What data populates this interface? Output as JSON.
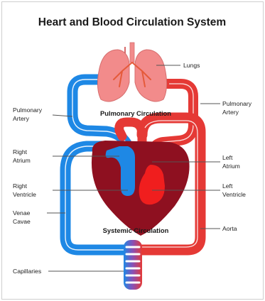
{
  "title": "Heart and Blood Circulation System",
  "labels": {
    "lungs": "Lungs",
    "pulmonary_artery_left": [
      "Pulmonary",
      "Artery"
    ],
    "pulmonary_artery_right": [
      "Pulmonary",
      "Artery"
    ],
    "pulmonary_circulation": "Pulmonary Circulation",
    "right_atrium": [
      "Right",
      "Atrium"
    ],
    "left_atrium": [
      "Left",
      "Atrium"
    ],
    "right_ventricle": [
      "Right",
      "Ventricle"
    ],
    "left_ventricle": [
      "Left",
      "Ventricle"
    ],
    "venae_cavae": [
      "Venae",
      "Cavae"
    ],
    "aorta": "Aorta",
    "systemic_circulation": "Systemic Circulation",
    "capillaries": "Capillaries"
  },
  "colors": {
    "oxygen_poor": "#1e88e5",
    "oxygen_rich": "#e53935",
    "heart_muscle": "#8e1020",
    "lungs": "#f28b8b"
  }
}
